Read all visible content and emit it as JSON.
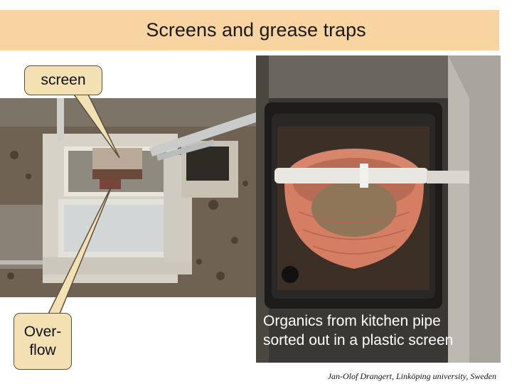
{
  "slide": {
    "title": "Screens and grease traps",
    "callouts": {
      "screen": "screen",
      "overflow_line1": "Over-",
      "overflow_line2": "flow"
    },
    "caption_line1": "Organics from kitchen pipe",
    "caption_line2": "sorted out in a plastic screen",
    "credit": "Jan-Olof Drangert, Linköping university, Sweden"
  },
  "colors": {
    "title_band": "#f8d4a0",
    "callout_fill": "#f3e0b3"
  }
}
